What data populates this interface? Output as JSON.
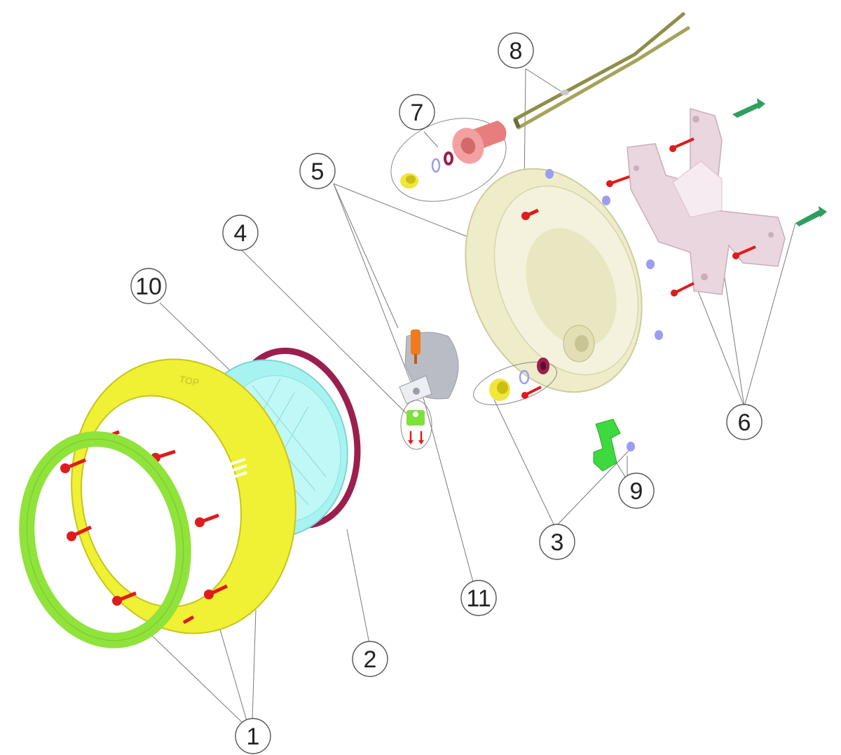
{
  "colors": {
    "trim_ring_green": "#8fe33a",
    "front_ring_yellow": "#f0f034",
    "lens_cyan": "#a6f3f1",
    "gasket_maroon": "#9b1f4e",
    "housing_cream": "#eeeccc",
    "bracket_pink": "#e8d3dd",
    "screw_red": "#e01b1b",
    "nut_lavender": "#9c9cf0",
    "anchor_green": "#2f9e5f",
    "cable_olive": "#8f8d4b",
    "gland_salmon": "#f08a8a",
    "clip_green": "#3ed93e",
    "plate_grey": "#b9bcc4",
    "led_orange": "#f07a1f"
  },
  "front_ring": {
    "embossed_text": "TOP"
  },
  "callouts": [
    {
      "id": "callout-1",
      "label": "1"
    },
    {
      "id": "callout-2",
      "label": "2"
    },
    {
      "id": "callout-3",
      "label": "3"
    },
    {
      "id": "callout-4",
      "label": "4"
    },
    {
      "id": "callout-5",
      "label": "5"
    },
    {
      "id": "callout-6",
      "label": "6"
    },
    {
      "id": "callout-7",
      "label": "7"
    },
    {
      "id": "callout-8",
      "label": "8"
    },
    {
      "id": "callout-9",
      "label": "9"
    },
    {
      "id": "callout-10",
      "label": "10"
    },
    {
      "id": "callout-11",
      "label": "11"
    }
  ]
}
